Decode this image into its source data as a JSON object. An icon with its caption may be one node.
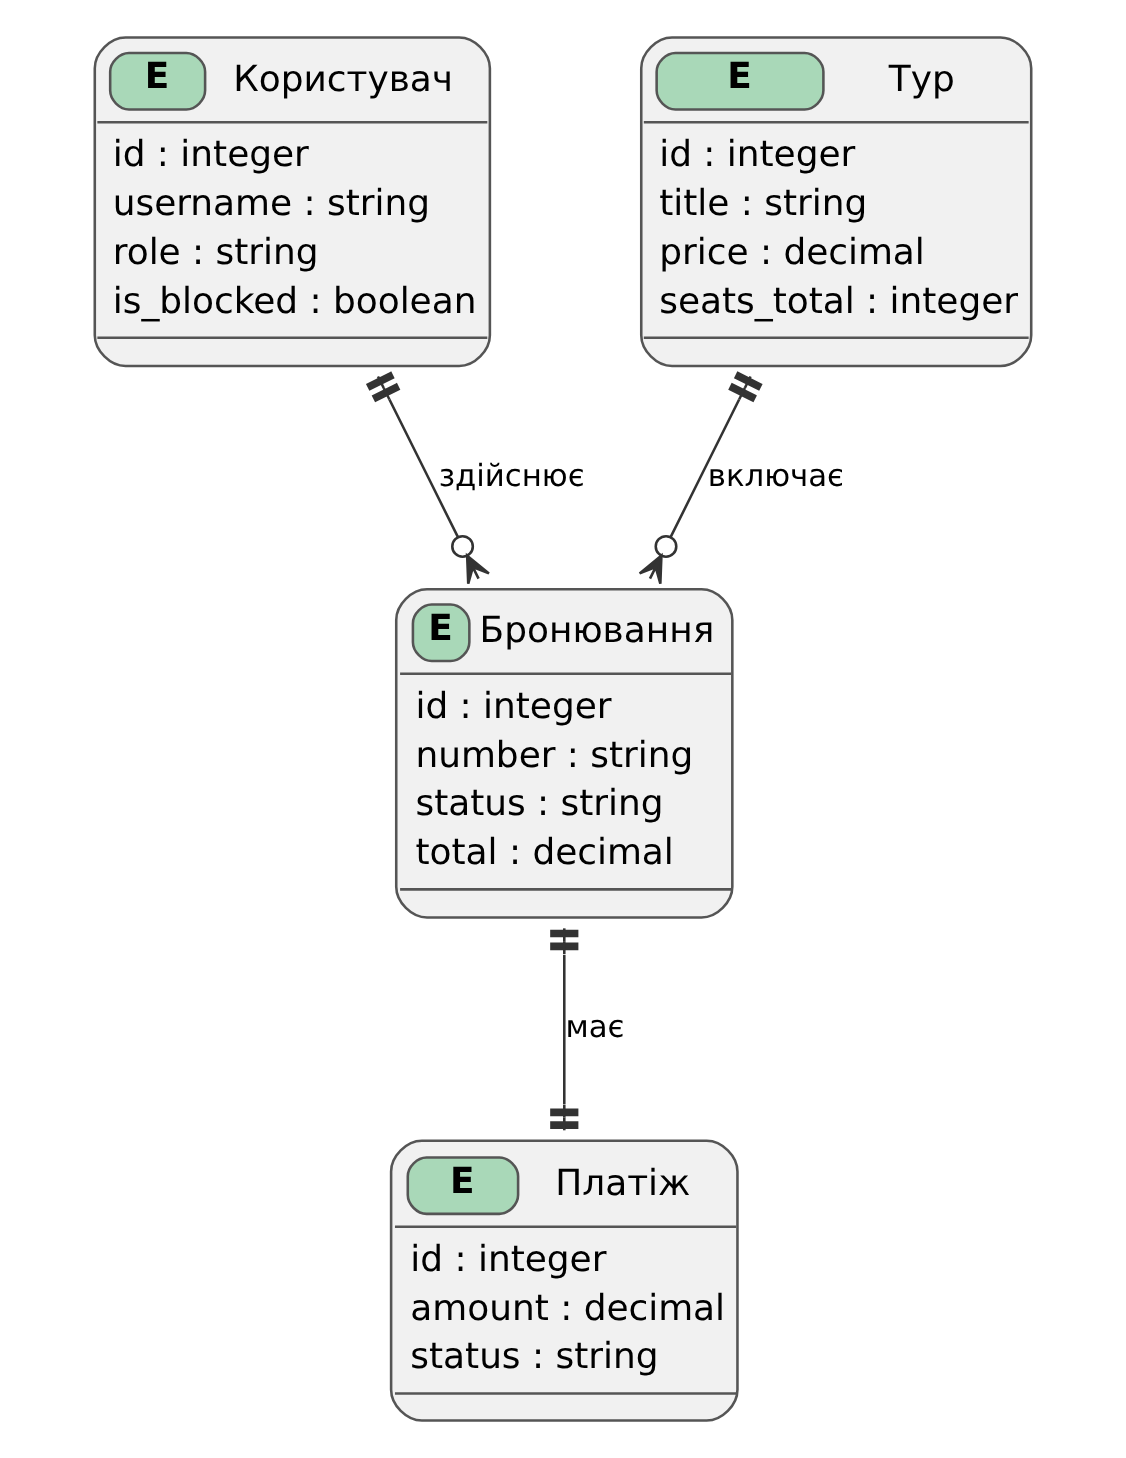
{
  "diagram": {
    "nodes": [
      {
        "text": [
          "E",
          "Користувач",
          "id : integer",
          "username : string",
          "role : string",
          "is_blocked : boolean"
        ]
      },
      {
        "text": [
          "E",
          "Тур",
          "id : integer",
          "title : string",
          "price : decimal",
          "seats_total : integer"
        ]
      },
      {
        "text": [
          "E",
          "Бронювання",
          "id : integer",
          "number : string",
          "status : string",
          "total : decimal"
        ]
      },
      {
        "text": [
          "E",
          "Платіж",
          "id : integer",
          "amount : decimal",
          "status : string"
        ]
      }
    ],
    "edges": [
      {
        "from": 0,
        "to": 2,
        "arrow": "other",
        "label": "здійснює"
      },
      {
        "from": 1,
        "to": 2,
        "arrow": "other",
        "label": "включає"
      },
      {
        "from": 2,
        "to": 3,
        "arrow": "other",
        "label": "має"
      }
    ]
  }
}
